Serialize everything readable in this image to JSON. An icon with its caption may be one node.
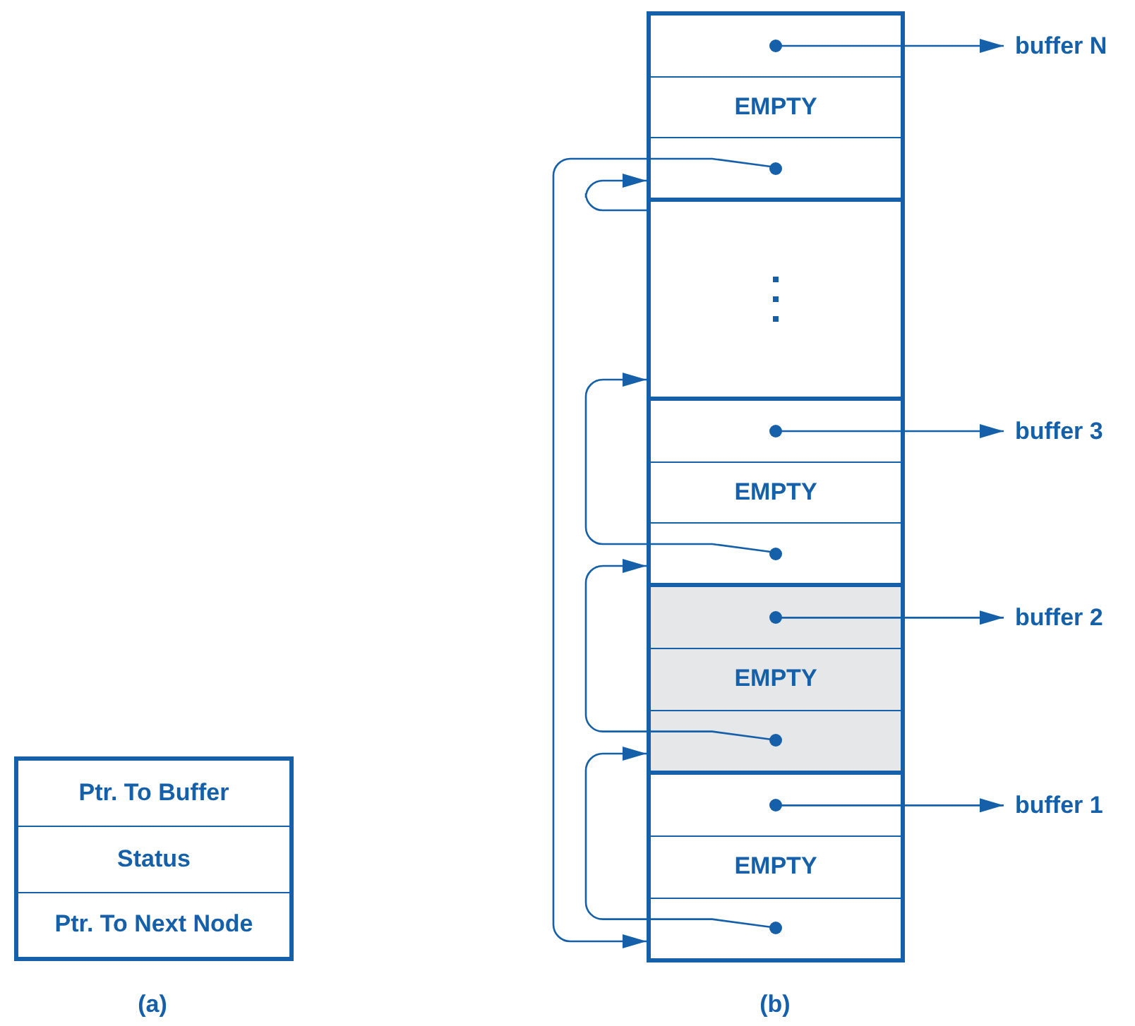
{
  "diagram": {
    "nodes": [
      {
        "text": [],
        "shape": "box"
      },
      {
        "text": [
          "Ptr. To Buffer"
        ],
        "in": 0
      },
      {
        "text": [
          "Status"
        ],
        "in": 0
      },
      {
        "text": [
          "Ptr. To Next Node"
        ],
        "in": 0
      },
      {
        "text": [],
        "shape": "box"
      },
      {
        "text": [],
        "shape": "box",
        "in": 4
      },
      {
        "text": [
          "EMPTY"
        ],
        "in": 4
      },
      {
        "text": [],
        "shape": "box",
        "in": 4
      },
      {
        "text": [],
        "shape": "box"
      },
      {
        "text": [],
        "shape": "box"
      },
      {
        "text": [],
        "shape": "box",
        "in": 9
      },
      {
        "text": [
          "EMPTY"
        ],
        "in": 9
      },
      {
        "text": [],
        "shape": "box",
        "in": 9
      },
      {
        "text": [],
        "shape": "box"
      },
      {
        "text": [],
        "shape": "box",
        "in": 13
      },
      {
        "text": [
          "EMPTY"
        ],
        "in": 13
      },
      {
        "text": [],
        "shape": "box",
        "in": 13
      },
      {
        "text": [],
        "shape": "box"
      },
      {
        "text": [],
        "shape": "box",
        "in": 17
      },
      {
        "text": [
          "EMPTY"
        ],
        "in": 17
      },
      {
        "text": [],
        "shape": "box",
        "in": 17
      },
      {
        "text": [
          "buffer N"
        ]
      },
      {
        "text": [
          "buffer 3"
        ]
      },
      {
        "text": [
          "buffer 2"
        ]
      },
      {
        "text": [
          "buffer 1"
        ]
      }
    ],
    "edges": [
      {
        "from": 5,
        "to": 21,
        "arrow": "to"
      },
      {
        "from": 10,
        "to": 22,
        "arrow": "to"
      },
      {
        "from": 14,
        "to": 23,
        "arrow": "to"
      },
      {
        "from": 18,
        "to": 24,
        "arrow": "to"
      },
      {
        "from": 20,
        "to": 13,
        "arrow": "to"
      },
      {
        "from": 16,
        "to": 9,
        "arrow": "to"
      },
      {
        "from": 12,
        "to": 8,
        "arrow": "to"
      },
      {
        "from": 8,
        "to": 4,
        "arrow": "to"
      },
      {
        "from": 7,
        "to": 17,
        "arrow": "to"
      }
    ],
    "labels": [
      "(a)",
      "(b)"
    ]
  }
}
